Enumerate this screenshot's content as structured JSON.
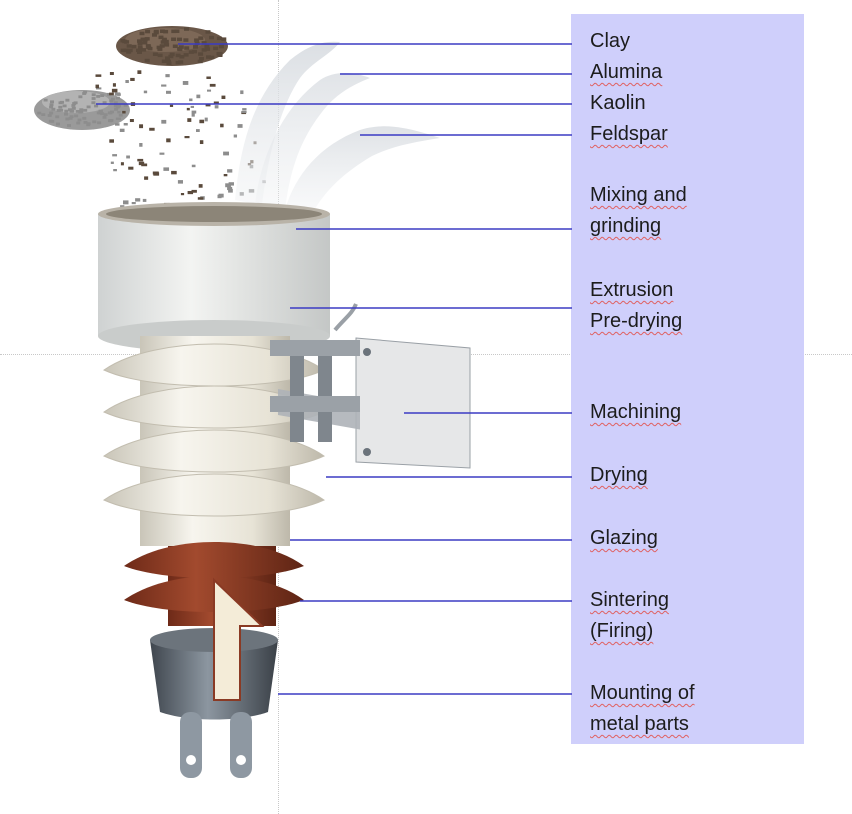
{
  "diagram": {
    "steps": [
      {
        "id": "clay",
        "label": "Clay",
        "underlined": false
      },
      {
        "id": "alumina",
        "label": "Alumina",
        "underlined": true
      },
      {
        "id": "kaolin",
        "label": "Kaolin",
        "underlined": false
      },
      {
        "id": "feldspar",
        "label": "Feldspar",
        "underlined": true
      },
      {
        "id": "mixing",
        "label": "Mixing and\ngrinding",
        "underlined": true
      },
      {
        "id": "extrusion",
        "label": "Extrusion\nPre-drying",
        "underlined": true
      },
      {
        "id": "machining",
        "label": "Machining",
        "underlined": true
      },
      {
        "id": "drying",
        "label": "Drying",
        "underlined": true
      },
      {
        "id": "glazing",
        "label": "Glazing",
        "underlined": true
      },
      {
        "id": "sintering",
        "label": "Sintering\n(Firing)",
        "underlined": true
      },
      {
        "id": "mounting",
        "label": "Mounting of\nmetal parts",
        "underlined": true
      }
    ],
    "colors": {
      "panel": "#cfcffb",
      "leader_line": "#3b3bc4",
      "porcelain": "#ece9df",
      "fired_glaze": "#8a3a24",
      "metal": "#5d6670",
      "clay_granules": "#5a4a3c",
      "kaolin_granules": "#8d8d8d",
      "powder": "#e3e6ea"
    }
  }
}
